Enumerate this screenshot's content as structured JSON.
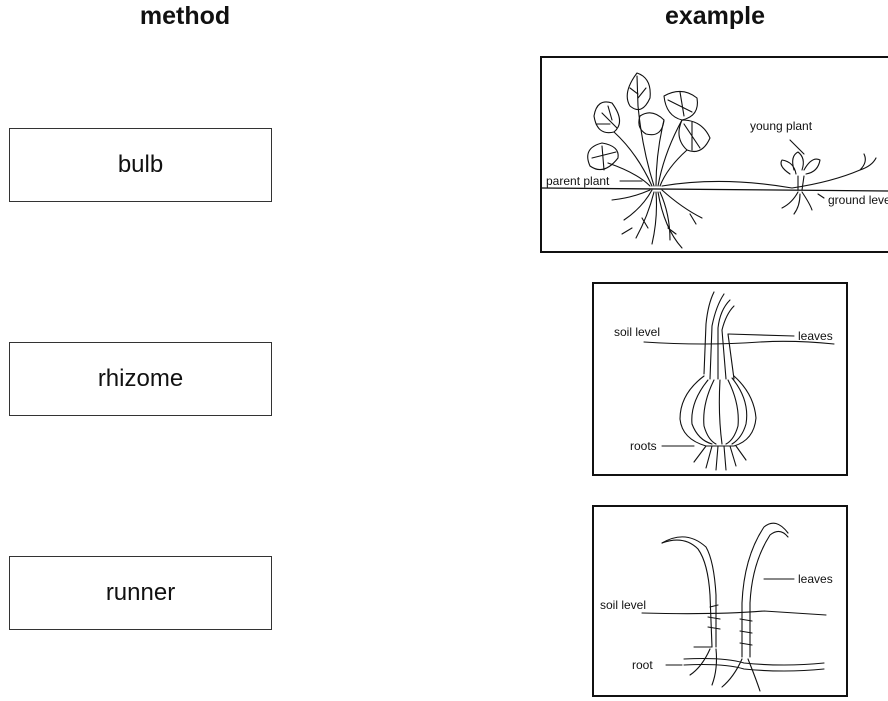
{
  "headings": {
    "method": "method",
    "example": "example"
  },
  "methods": [
    "bulb",
    "rhizome",
    "runner"
  ],
  "examples": {
    "strawberry": {
      "parent": "parent plant",
      "young": "young plant",
      "ground": "ground level"
    },
    "bulb": {
      "soil": "soil level",
      "leaves": "leaves",
      "roots": "roots"
    },
    "rhizome": {
      "soil": "soil level",
      "leaves": "leaves",
      "root": "root"
    }
  }
}
